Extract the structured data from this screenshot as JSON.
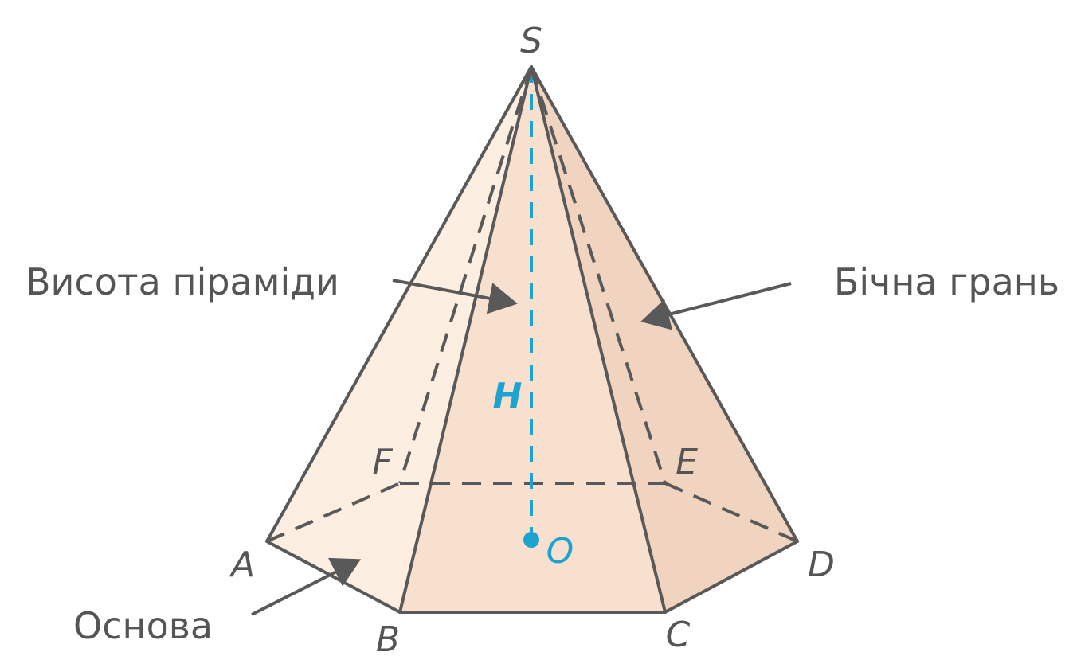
{
  "vertices": {
    "apex": "S",
    "a": "A",
    "b": "B",
    "c": "C",
    "d": "D",
    "e": "E",
    "f": "F",
    "base_center": "O"
  },
  "height_label": "H",
  "callouts": {
    "height": "Висота піраміди",
    "lateral_face": "Бічна грань",
    "base": "Основа"
  },
  "colors": {
    "edge": "#595959",
    "height_accent": "#1ca3d0",
    "face_left": "#fdeee2",
    "face_front": "#f8e0cf",
    "face_right": "#f0d4c0"
  }
}
